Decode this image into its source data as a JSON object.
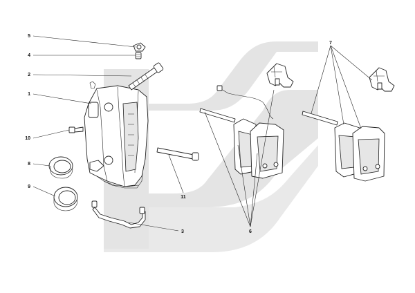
{
  "diagram": {
    "background_logo_color": "#e4e4e4",
    "line_color": "#222222",
    "callouts": [
      {
        "id": "c1",
        "label": "1"
      },
      {
        "id": "c2",
        "label": "2"
      },
      {
        "id": "c3",
        "label": "3"
      },
      {
        "id": "c4",
        "label": "4"
      },
      {
        "id": "c5",
        "label": "5"
      },
      {
        "id": "c6",
        "label": "6"
      },
      {
        "id": "c7",
        "label": "7"
      },
      {
        "id": "c8",
        "label": "8"
      },
      {
        "id": "c9",
        "label": "9"
      },
      {
        "id": "c10",
        "label": "10"
      },
      {
        "id": "c11",
        "label": "11"
      }
    ]
  }
}
